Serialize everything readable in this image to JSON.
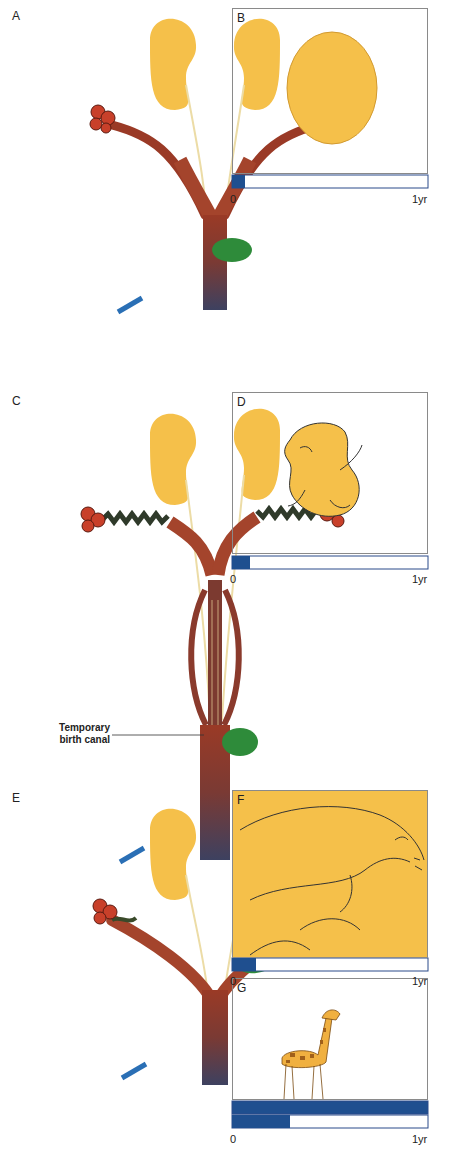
{
  "diagram": {
    "nodes": [
      {
        "text": [
          "B"
        ]
      },
      {
        "text": [
          "D"
        ]
      },
      {
        "text": [
          "F"
        ]
      },
      {
        "text": [
          "G"
        ]
      }
    ],
    "labels": [
      "A",
      "0",
      "1yr",
      "C",
      "Temporary birth canal",
      "0",
      "1yr",
      "E",
      "0",
      "1yr",
      "0",
      "1yr"
    ]
  }
}
